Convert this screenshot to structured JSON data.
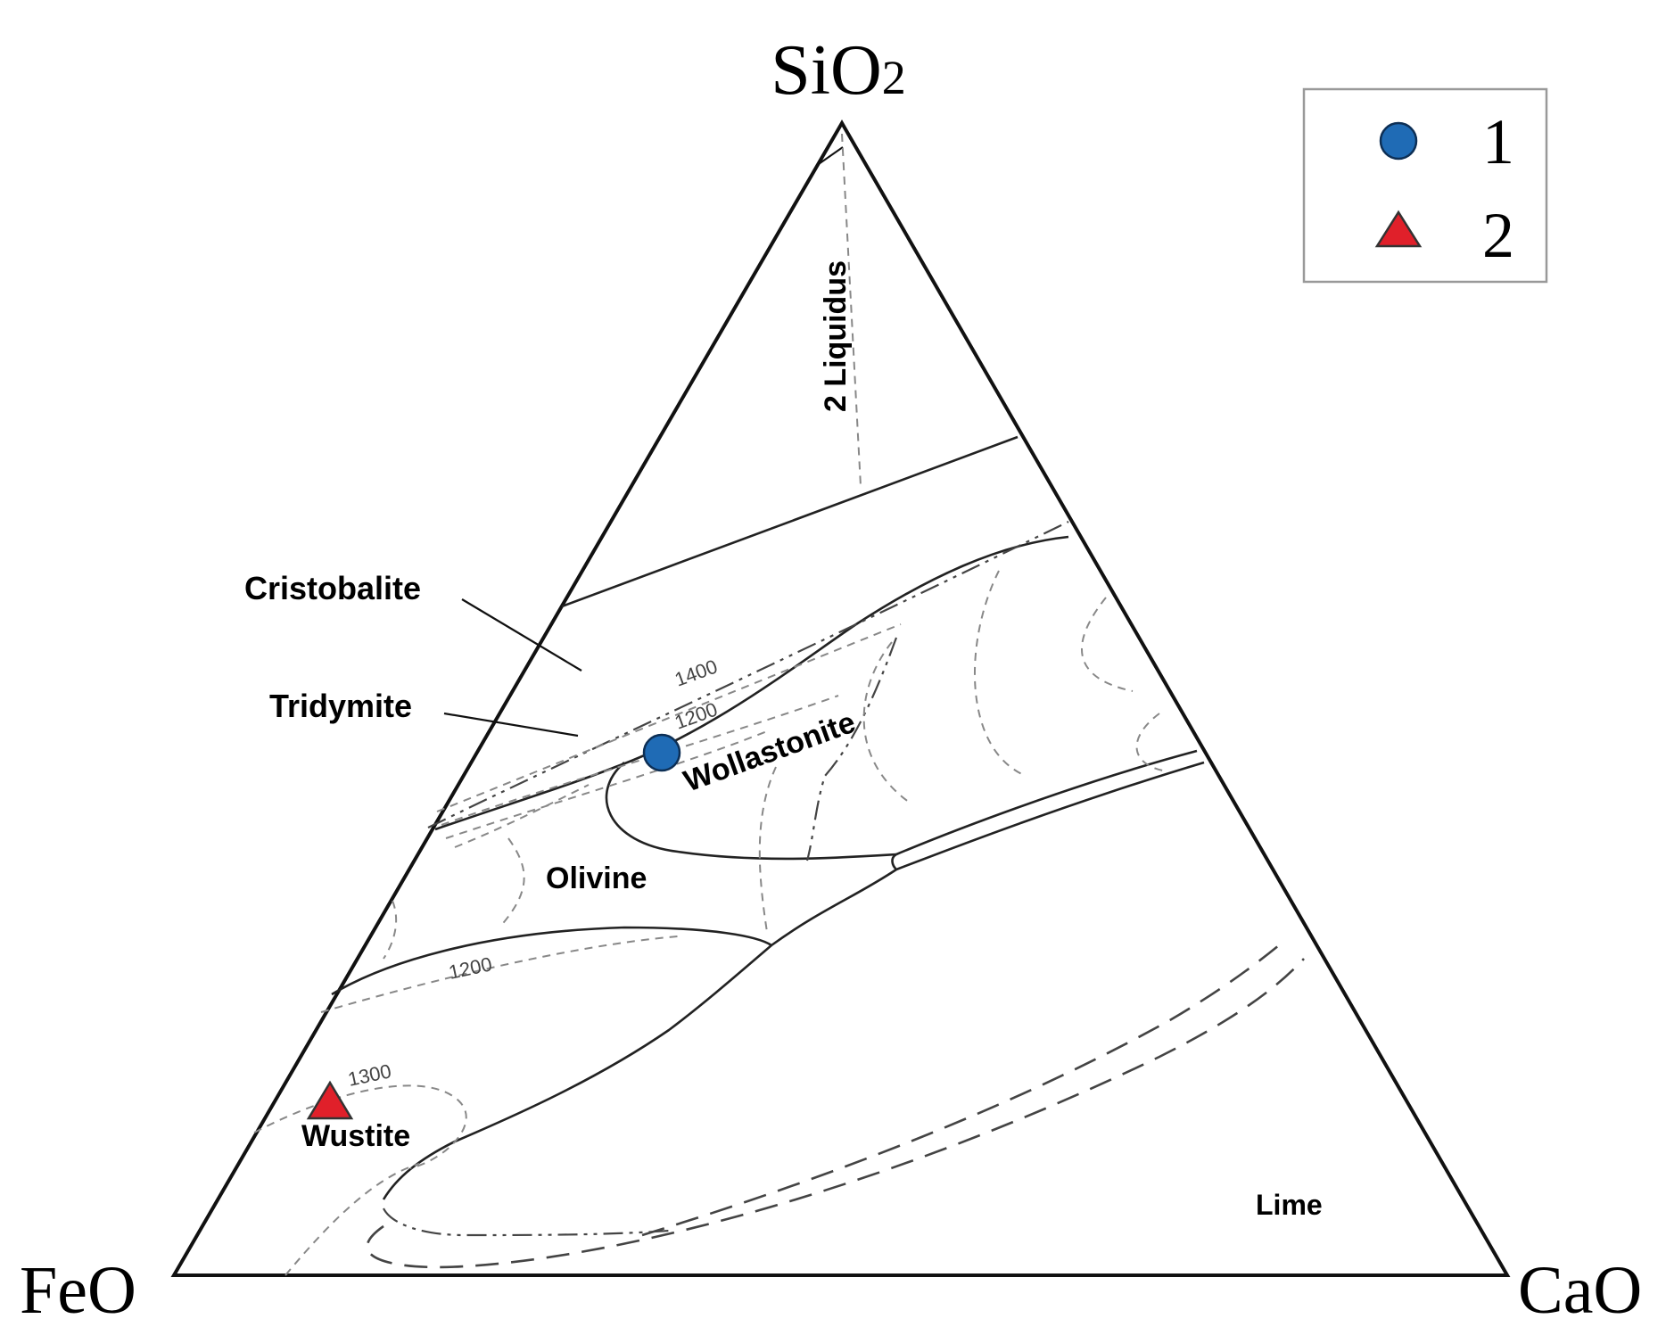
{
  "vertices": {
    "top": {
      "main": "SiO",
      "sub": "2"
    },
    "left": "FeO",
    "right": "CaO"
  },
  "legend": [
    {
      "marker": "circle",
      "color": "#1f6bb5",
      "label": "1"
    },
    {
      "marker": "triangle",
      "color": "#e0202a",
      "label": "2"
    }
  ],
  "fields": {
    "liquidus": "2 Liquidus",
    "cristobalite": "Cristobalite",
    "tridymite": "Tridymite",
    "wollastonite": "Wollastonite",
    "olivine": "Olivine",
    "wustite": "Wustite",
    "lime": "Lime"
  },
  "isotherms": {
    "t1400": "1400",
    "t1200_upper": "1200",
    "t1200_lower": "1200",
    "t1300": "1300"
  },
  "colors": {
    "sample1": "#1f6bb5",
    "sample2": "#e0202a",
    "line": "#222222"
  }
}
